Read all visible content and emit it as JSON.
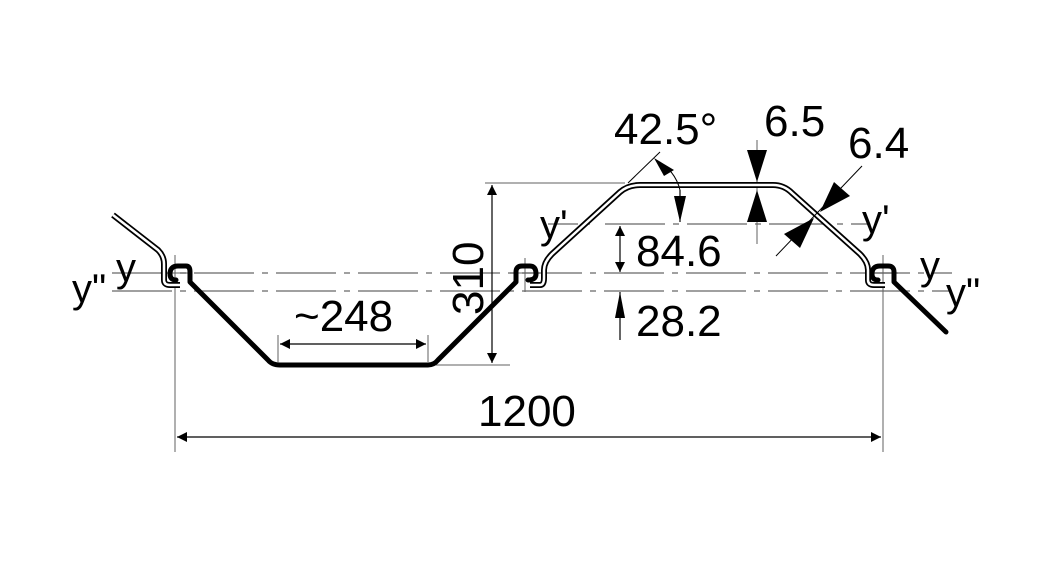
{
  "drawing": {
    "type": "sheet pile cross-section profile",
    "dimensions": {
      "width": "1200",
      "height": "310",
      "flange_width": "~248",
      "angle": "42.5°",
      "flange_thickness": "6.5",
      "web_thickness": "6.4",
      "neutral_axis_offset": "84.6",
      "axis_offset_lower": "28.2"
    },
    "axis_labels": {
      "y_left": "y",
      "y_double_prime_left": "y\"",
      "y_prime_left": "y'",
      "y_prime_right": "y'",
      "y_right": "y",
      "y_double_prime_right": "y\""
    },
    "colors": {
      "profile": "#000000",
      "axis_line": "#808080",
      "background": "#ffffff"
    }
  }
}
